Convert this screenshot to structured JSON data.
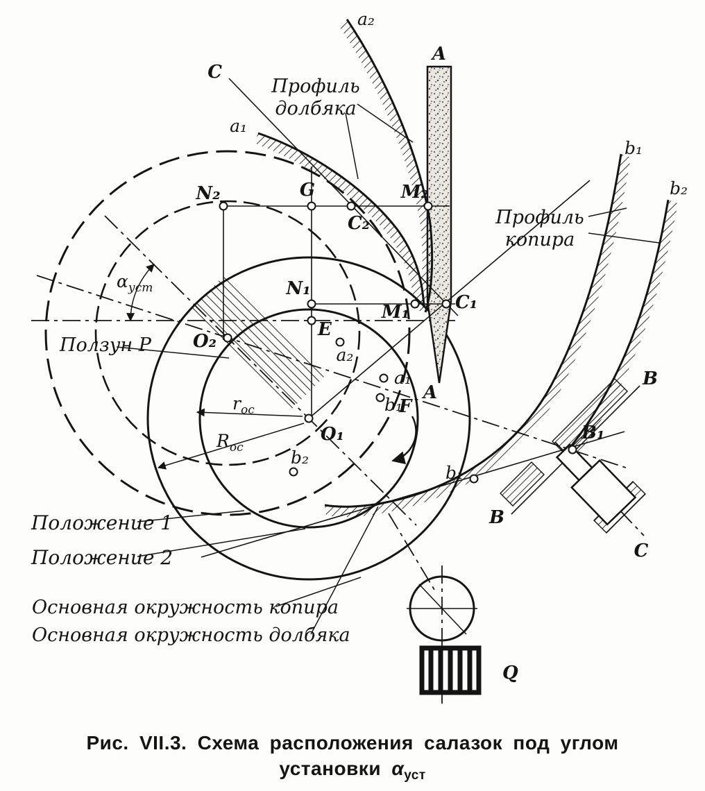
{
  "colors": {
    "ink": "#141414",
    "paper": "#fdfdfb"
  },
  "caption": {
    "line1": "Рис. VII.3. Схема расположения салазок под углом",
    "line2": "установки ",
    "alpha": "α",
    "alpha_sub": "уст"
  },
  "annotations": {
    "profil_dolbyaka_l1": "Профиль",
    "profil_dolbyaka_l2": "долбяка",
    "profil_kopira_l1": "Профиль",
    "profil_kopira_l2": "копира",
    "polzun": "Ползун Р",
    "polozhenie_1": "Положение 1",
    "polozhenie_2": "Положение 2",
    "osnovnaya_kopira": "Основная окружность копира",
    "osnovnaya_dolbyaka": "Основная окружность долбяка"
  },
  "labels": {
    "a2_top": "a₂",
    "A_top": "A",
    "C_top": "C",
    "a1_start": "a₁",
    "b1_right": "b₁",
    "b2_right": "b₂",
    "N2": "N₂",
    "G": "G",
    "C2": "C₂",
    "M2": "M₂",
    "N1": "N₁",
    "M1": "M₁",
    "C1": "C₁",
    "E": "E",
    "O2": "O₂",
    "O1": "O₁",
    "a2_point": "a₂",
    "a1_point": "a₁",
    "b1_point": "b₁",
    "b2_point": "b₂",
    "b1_lower": "b₁",
    "B1": "B₁",
    "A_bottom": "A",
    "F": "F",
    "B_top": "B",
    "B_bottom": "B",
    "C_lower": "C",
    "Q": "Q",
    "alpha": "α",
    "alpha_sub": "уст",
    "r_base": "r",
    "r_sub": "ос",
    "R_base": "R",
    "R_sub": "ос"
  }
}
